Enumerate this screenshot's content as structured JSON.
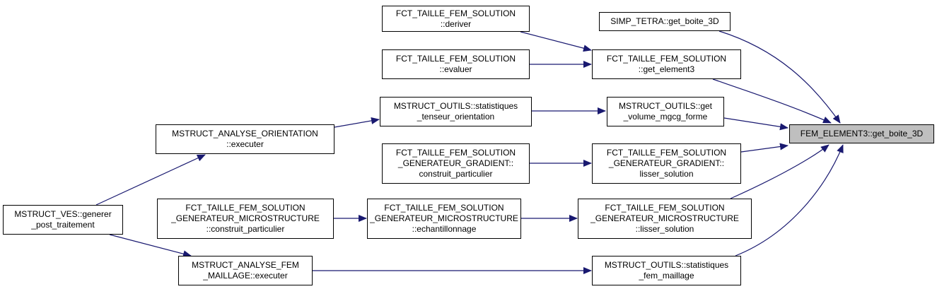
{
  "diagram": {
    "type": "doxygen-caller-graph",
    "edge_color": "#191970",
    "focus_fill": "#bfbfbf",
    "node_border": "#000000",
    "nodes": [
      {
        "id": "focus",
        "lines": [
          "FEM_ELEMENT3::get_boite_3D"
        ],
        "focus": true
      },
      {
        "id": "simp_tetra",
        "lines": [
          "SIMP_TETRA::get_boite_3D"
        ]
      },
      {
        "id": "get_element3",
        "lines": [
          "FCT_TAILLE_FEM_SOLUTION",
          "::get_element3"
        ]
      },
      {
        "id": "deriver",
        "lines": [
          "FCT_TAILLE_FEM_SOLUTION",
          "::deriver"
        ]
      },
      {
        "id": "evaluer",
        "lines": [
          "FCT_TAILLE_FEM_SOLUTION",
          "::evaluer"
        ]
      },
      {
        "id": "get_volume",
        "lines": [
          "MSTRUCT_OUTILS::get",
          "_volume_mgcg_forme"
        ]
      },
      {
        "id": "stat_tenseur",
        "lines": [
          "MSTRUCT_OUTILS::statistiques",
          "_tenseur_orientation"
        ]
      },
      {
        "id": "analyse_orient",
        "lines": [
          "MSTRUCT_ANALYSE_ORIENTATION",
          "::executer"
        ]
      },
      {
        "id": "grad_lisser",
        "lines": [
          "FCT_TAILLE_FEM_SOLUTION",
          "_GENERATEUR_GRADIENT::",
          "lisser_solution"
        ]
      },
      {
        "id": "grad_construit",
        "lines": [
          "FCT_TAILLE_FEM_SOLUTION",
          "_GENERATEUR_GRADIENT::",
          "construit_particulier"
        ]
      },
      {
        "id": "micro_lisser",
        "lines": [
          "FCT_TAILLE_FEM_SOLUTION",
          "_GENERATEUR_MICROSTRUCTURE",
          "::lisser_solution"
        ]
      },
      {
        "id": "micro_echant",
        "lines": [
          "FCT_TAILLE_FEM_SOLUTION",
          "_GENERATEUR_MICROSTRUCTURE",
          "::echantillonnage"
        ]
      },
      {
        "id": "micro_construit",
        "lines": [
          "FCT_TAILLE_FEM_SOLUTION",
          "_GENERATEUR_MICROSTRUCTURE",
          "::construit_particulier"
        ]
      },
      {
        "id": "ves_generer",
        "lines": [
          "MSTRUCT_VES::generer",
          "_post_traitement"
        ]
      },
      {
        "id": "analyse_fem",
        "lines": [
          "MSTRUCT_ANALYSE_FEM",
          "_MAILLAGE::executer"
        ]
      },
      {
        "id": "stat_fem",
        "lines": [
          "MSTRUCT_OUTILS::statistiques",
          "_fem_maillage"
        ]
      }
    ],
    "edges": [
      {
        "from": "simp_tetra",
        "to": "focus"
      },
      {
        "from": "get_element3",
        "to": "focus"
      },
      {
        "from": "get_volume",
        "to": "focus"
      },
      {
        "from": "grad_lisser",
        "to": "focus"
      },
      {
        "from": "micro_lisser",
        "to": "focus"
      },
      {
        "from": "stat_fem",
        "to": "focus"
      },
      {
        "from": "deriver",
        "to": "get_element3"
      },
      {
        "from": "evaluer",
        "to": "get_element3"
      },
      {
        "from": "stat_tenseur",
        "to": "get_volume"
      },
      {
        "from": "analyse_orient",
        "to": "stat_tenseur"
      },
      {
        "from": "ves_generer",
        "to": "analyse_orient"
      },
      {
        "from": "grad_construit",
        "to": "grad_lisser"
      },
      {
        "from": "micro_echant",
        "to": "micro_lisser"
      },
      {
        "from": "micro_construit",
        "to": "micro_echant"
      },
      {
        "from": "ves_generer",
        "to": "analyse_fem"
      },
      {
        "from": "analyse_fem",
        "to": "stat_fem"
      }
    ]
  }
}
